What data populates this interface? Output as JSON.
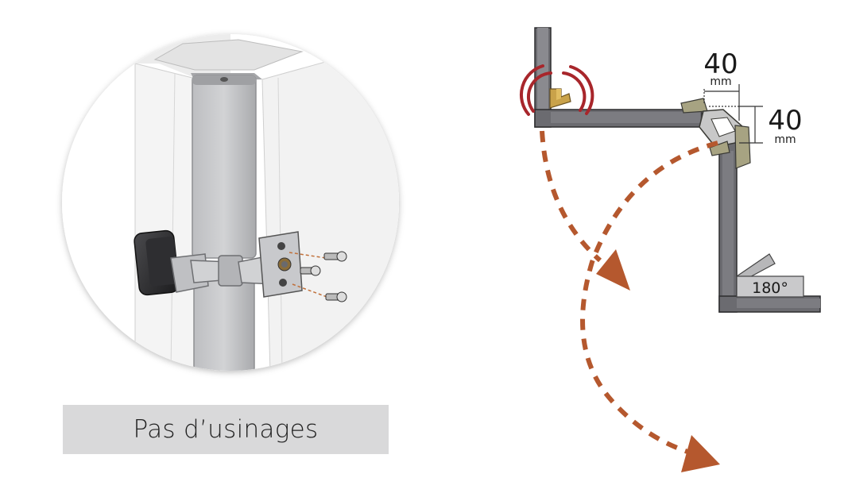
{
  "caption": "Pas d’usinages",
  "dimensions": {
    "horizontal": {
      "value": "40",
      "unit": "mm"
    },
    "vertical": {
      "value": "40",
      "unit": "mm"
    }
  },
  "opening_angle": "180°",
  "colors": {
    "panel_gray": "#6b6b70",
    "arrow_orange": "#b5582e",
    "alert_red": "#a8262b",
    "hinge_gold": "#c9a24a",
    "hinge_olive": "#a7a382",
    "caption_bg": "#d9d9da"
  }
}
